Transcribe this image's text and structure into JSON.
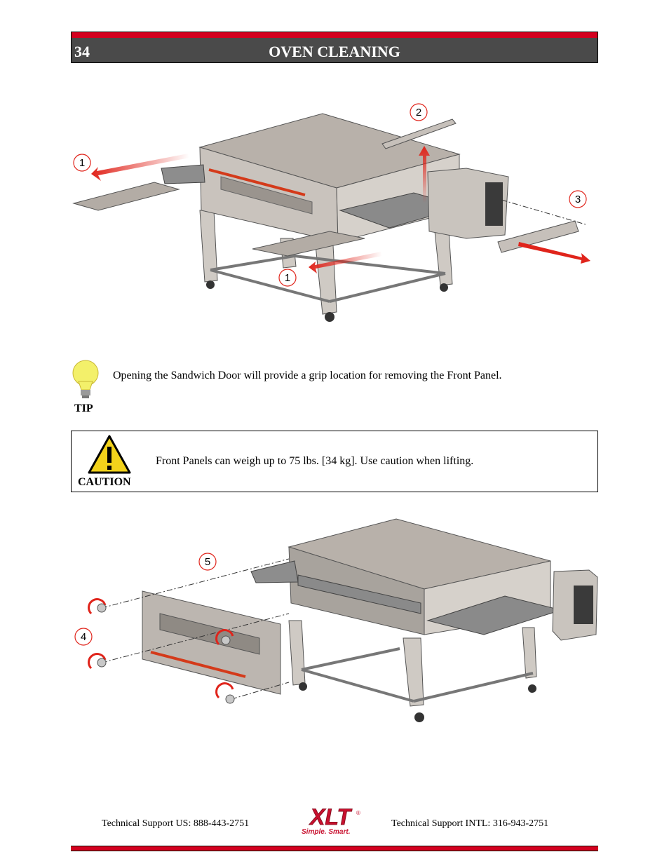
{
  "header": {
    "page_number": "34",
    "title": "OVEN CLEANING"
  },
  "figure1": {
    "callouts": [
      "1",
      "2",
      "3",
      "1"
    ],
    "arrow_color": "#e0241b"
  },
  "tip": {
    "text": "Opening the Sandwich Door will provide a grip location for removing the Front Panel.",
    "label": "TIP",
    "icon": "lightbulb-icon"
  },
  "caution": {
    "text": "Front Panels can weigh up to 75 lbs. [34 kg].  Use caution when lifting.",
    "label": "CAUTION",
    "icon": "warning-triangle-icon"
  },
  "figure2": {
    "callouts": [
      "5",
      "4"
    ]
  },
  "footer": {
    "support_us": "Technical Support  US:  888-443-2751",
    "support_intl": "Technical Support  INTL:  316-943-2751",
    "logo_text": "XLT",
    "logo_tagline": "Simple. Smart.",
    "logo_registered": "®"
  },
  "colors": {
    "accent_red": "#d4001f",
    "header_gray": "#4a4a4a"
  }
}
